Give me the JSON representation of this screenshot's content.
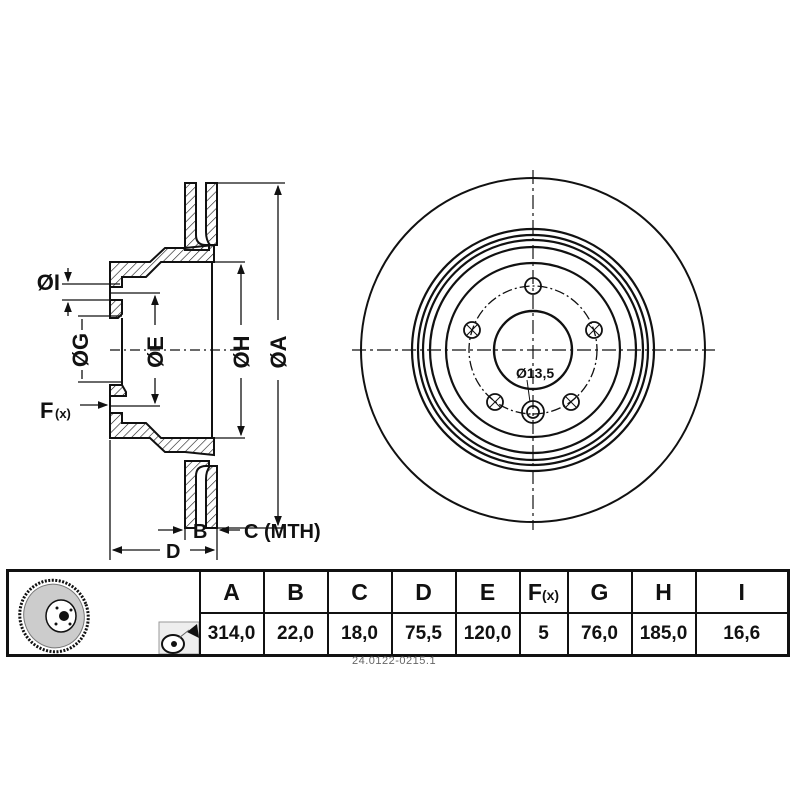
{
  "drawing": {
    "labels": {
      "I": "ØI",
      "G": "ØG",
      "E": "ØE",
      "H": "ØH",
      "A": "ØA",
      "F": "F",
      "F_sub": "(x)",
      "B": "B",
      "C": "C (MTH)",
      "D": "D",
      "hole": "Ø13,5"
    }
  },
  "table": {
    "headers": [
      "A",
      "B",
      "C",
      "D",
      "E",
      "F",
      "G",
      "H",
      "I"
    ],
    "f_sub": "(x)",
    "values": [
      "314,0",
      "22,0",
      "18,0",
      "75,5",
      "120,0",
      "5",
      "76,0",
      "185,0",
      "16,6"
    ],
    "icons": [
      "brake-disc-icon",
      "cleaning-spray-icon"
    ]
  },
  "caption": "24.0122-0215.1",
  "colors": {
    "line": "#111111",
    "background": "#ffffff"
  }
}
